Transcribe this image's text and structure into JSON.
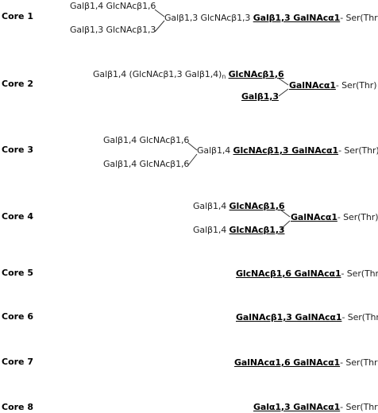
{
  "cores": [
    {
      "label": "Core 1",
      "branch_top": "Galβ1,4 GlcNAcβ1,6",
      "branch_bottom": "Galβ1,3 GlcNAcβ1,3",
      "mid": "Galβ1,3 GlcNAcβ1,3",
      "core": "Galβ1,3 GalNAcα1",
      "link": "- Ser(Thr)"
    },
    {
      "label": "Core 2",
      "ext_prefix": "Galβ1,4 (GlcNAcβ1,3 Galβ1,4)",
      "ext_sub": "n",
      "branch_top": "GlcNAcβ1,6",
      "branch_bottom": "Galβ1,3",
      "core": "GalNAcα1",
      "link": "- Ser(Thr)"
    },
    {
      "label": "Core 3",
      "branch_top": "Galβ1,4 GlcNAcβ1,6",
      "branch_bottom": "Galβ1,4 GlcNAcβ1,6",
      "mid": "Galβ1,4",
      "core": "GlcNAcβ1,3 GalNAcα1",
      "link": "- Ser(Thr)"
    },
    {
      "label": "Core 4",
      "top_prefix": "Galβ1,4",
      "branch_top": "GlcNAcβ1,6",
      "bottom_prefix": "Galβ1,4",
      "branch_bottom": "GlcNAcβ1,3",
      "core": "GalNAcα1",
      "link": "- Ser(Thr)"
    },
    {
      "label": "Core 5",
      "core": "GlcNAcβ1,6 GalNAcα1",
      "link": "- Ser(Thr)"
    },
    {
      "label": "Core 6",
      "core": "GalNAcβ1,3 GalNAcα1",
      "link": "- Ser(Thr)"
    },
    {
      "label": "Core 7",
      "core": "GalNAcα1,6 GalNAcα1",
      "link": "- Ser(Thr)"
    },
    {
      "label": "Core 8",
      "core": "Galα1,3 GalNAcα1",
      "link": "- Ser(Thr)"
    }
  ],
  "colors": {
    "text": "#222222",
    "bold": "#000000",
    "line": "#333333"
  }
}
